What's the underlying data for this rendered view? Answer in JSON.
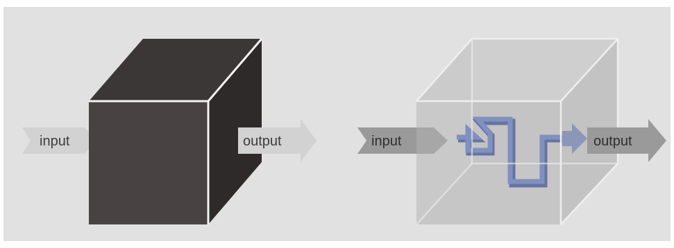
{
  "black_box": {
    "input_label": "input",
    "output_label": "output"
  },
  "glass_box": {
    "input_label": "input",
    "output_label": "output"
  },
  "colors": {
    "background": "#e1e1e1",
    "black_cube_front": "#484242",
    "black_cube_top": "#3c3737",
    "black_cube_side": "#2e2a2a",
    "cube_edge": "#f4f4f4",
    "arrow_light": "#d2d2d2",
    "arrow_dark": "#9a9a9a",
    "flow_path": "#4e67b4",
    "flow_path_dark": "#34478a"
  }
}
